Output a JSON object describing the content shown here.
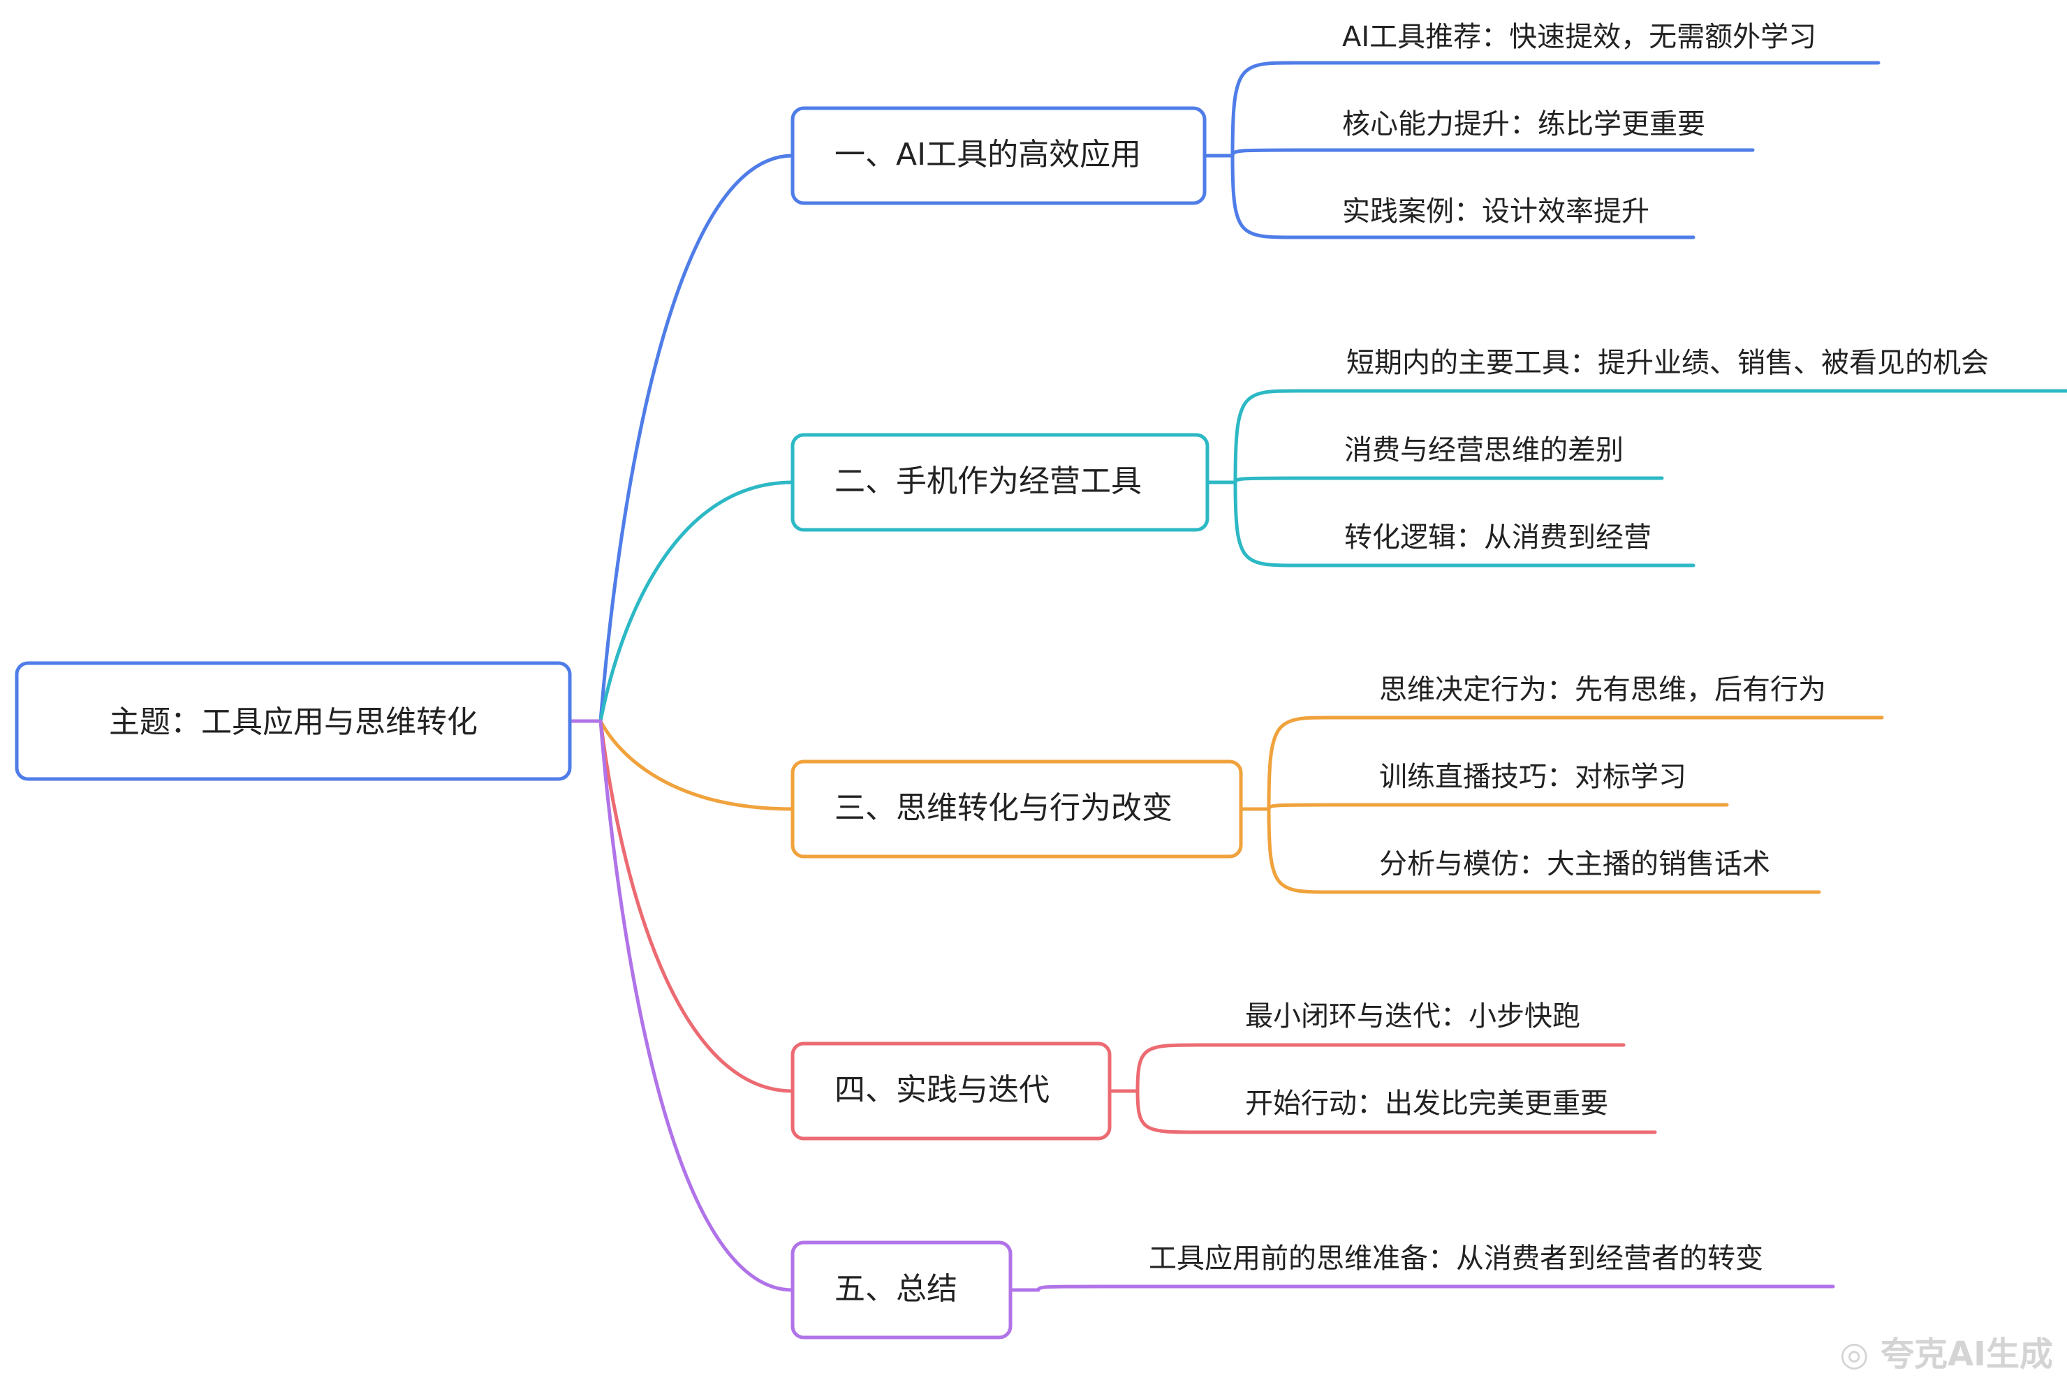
{
  "root": {
    "label": "主题：工具应用与思维转化"
  },
  "branches": [
    {
      "label": "一、AI工具的高效应用",
      "color": "#4f7de8",
      "children": [
        {
          "label": "AI工具推荐：快速提效，无需额外学习"
        },
        {
          "label": "核心能力提升：练比学更重要"
        },
        {
          "label": "实践案例：设计效率提升"
        }
      ]
    },
    {
      "label": "二、手机作为经营工具",
      "color": "#2db8c5",
      "children": [
        {
          "label": "短期内的主要工具：提升业绩、销售、被看见的机会"
        },
        {
          "label": "消费与经营思维的差别"
        },
        {
          "label": "转化逻辑：从消费到经营"
        }
      ]
    },
    {
      "label": "三、思维转化与行为改变",
      "color": "#f0a23c",
      "children": [
        {
          "label": "思维决定行为：先有思维，后有行为"
        },
        {
          "label": "训练直播技巧：对标学习"
        },
        {
          "label": "分析与模仿：大主播的销售话术"
        }
      ]
    },
    {
      "label": "四、实践与迭代",
      "color": "#ec6b72",
      "children": [
        {
          "label": "最小闭环与迭代：小步快跑"
        },
        {
          "label": "开始行动：出发比完美更重要"
        }
      ]
    },
    {
      "label": "五、总结",
      "color": "#b073e8",
      "children": [
        {
          "label": "工具应用前的思维准备：从消费者到经营者的转变"
        }
      ]
    }
  ],
  "root_color": "#4f7de8",
  "watermark": "◎ 夸克AI生成"
}
